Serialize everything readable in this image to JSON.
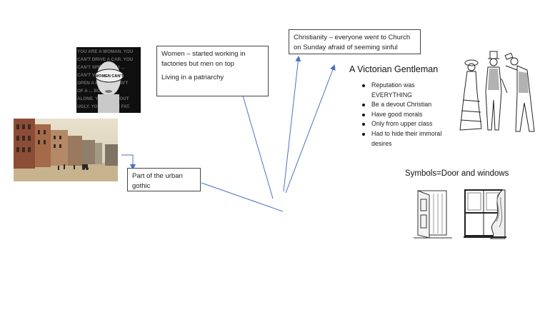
{
  "women_poster": {
    "badge_text": "WOMEN CAN'T",
    "background_lines": [
      "YOU ARE A WOMAN. YOU",
      "CAN'T DRIVE A CAR. YOU",
      "CAN'T SPEAK. YOU ...",
      "CAN'T VOTE. YOU ...",
      "OPEN A BANK ... CAN'T",
      "OF A ... BOTTLE",
      "ALONE. YOU ... GO OUT",
      "UGLY. YOU'LL ... BE FAT."
    ]
  },
  "boxes": {
    "women": {
      "line1": "Women – started working in factories but men on top",
      "line2": "Living in a patriarchy"
    },
    "christianity": {
      "text": "Christianity – everyone went to Church on Sunday afraid of seeming sinful"
    },
    "urban_gothic": {
      "text": "Part of the urban gothic"
    }
  },
  "gentleman": {
    "title": "A Victorian Gentleman",
    "traits": [
      " Reputation was EVERYTHING",
      "Be a devout Christian",
      "Have good morals",
      "Only from upper class",
      "Had to hide their immoral desires"
    ]
  },
  "symbols": {
    "title": "Symbols=Door and windows"
  },
  "colors": {
    "arrow": "#4a72c4",
    "box_border": "#444444",
    "text": "#222222"
  }
}
